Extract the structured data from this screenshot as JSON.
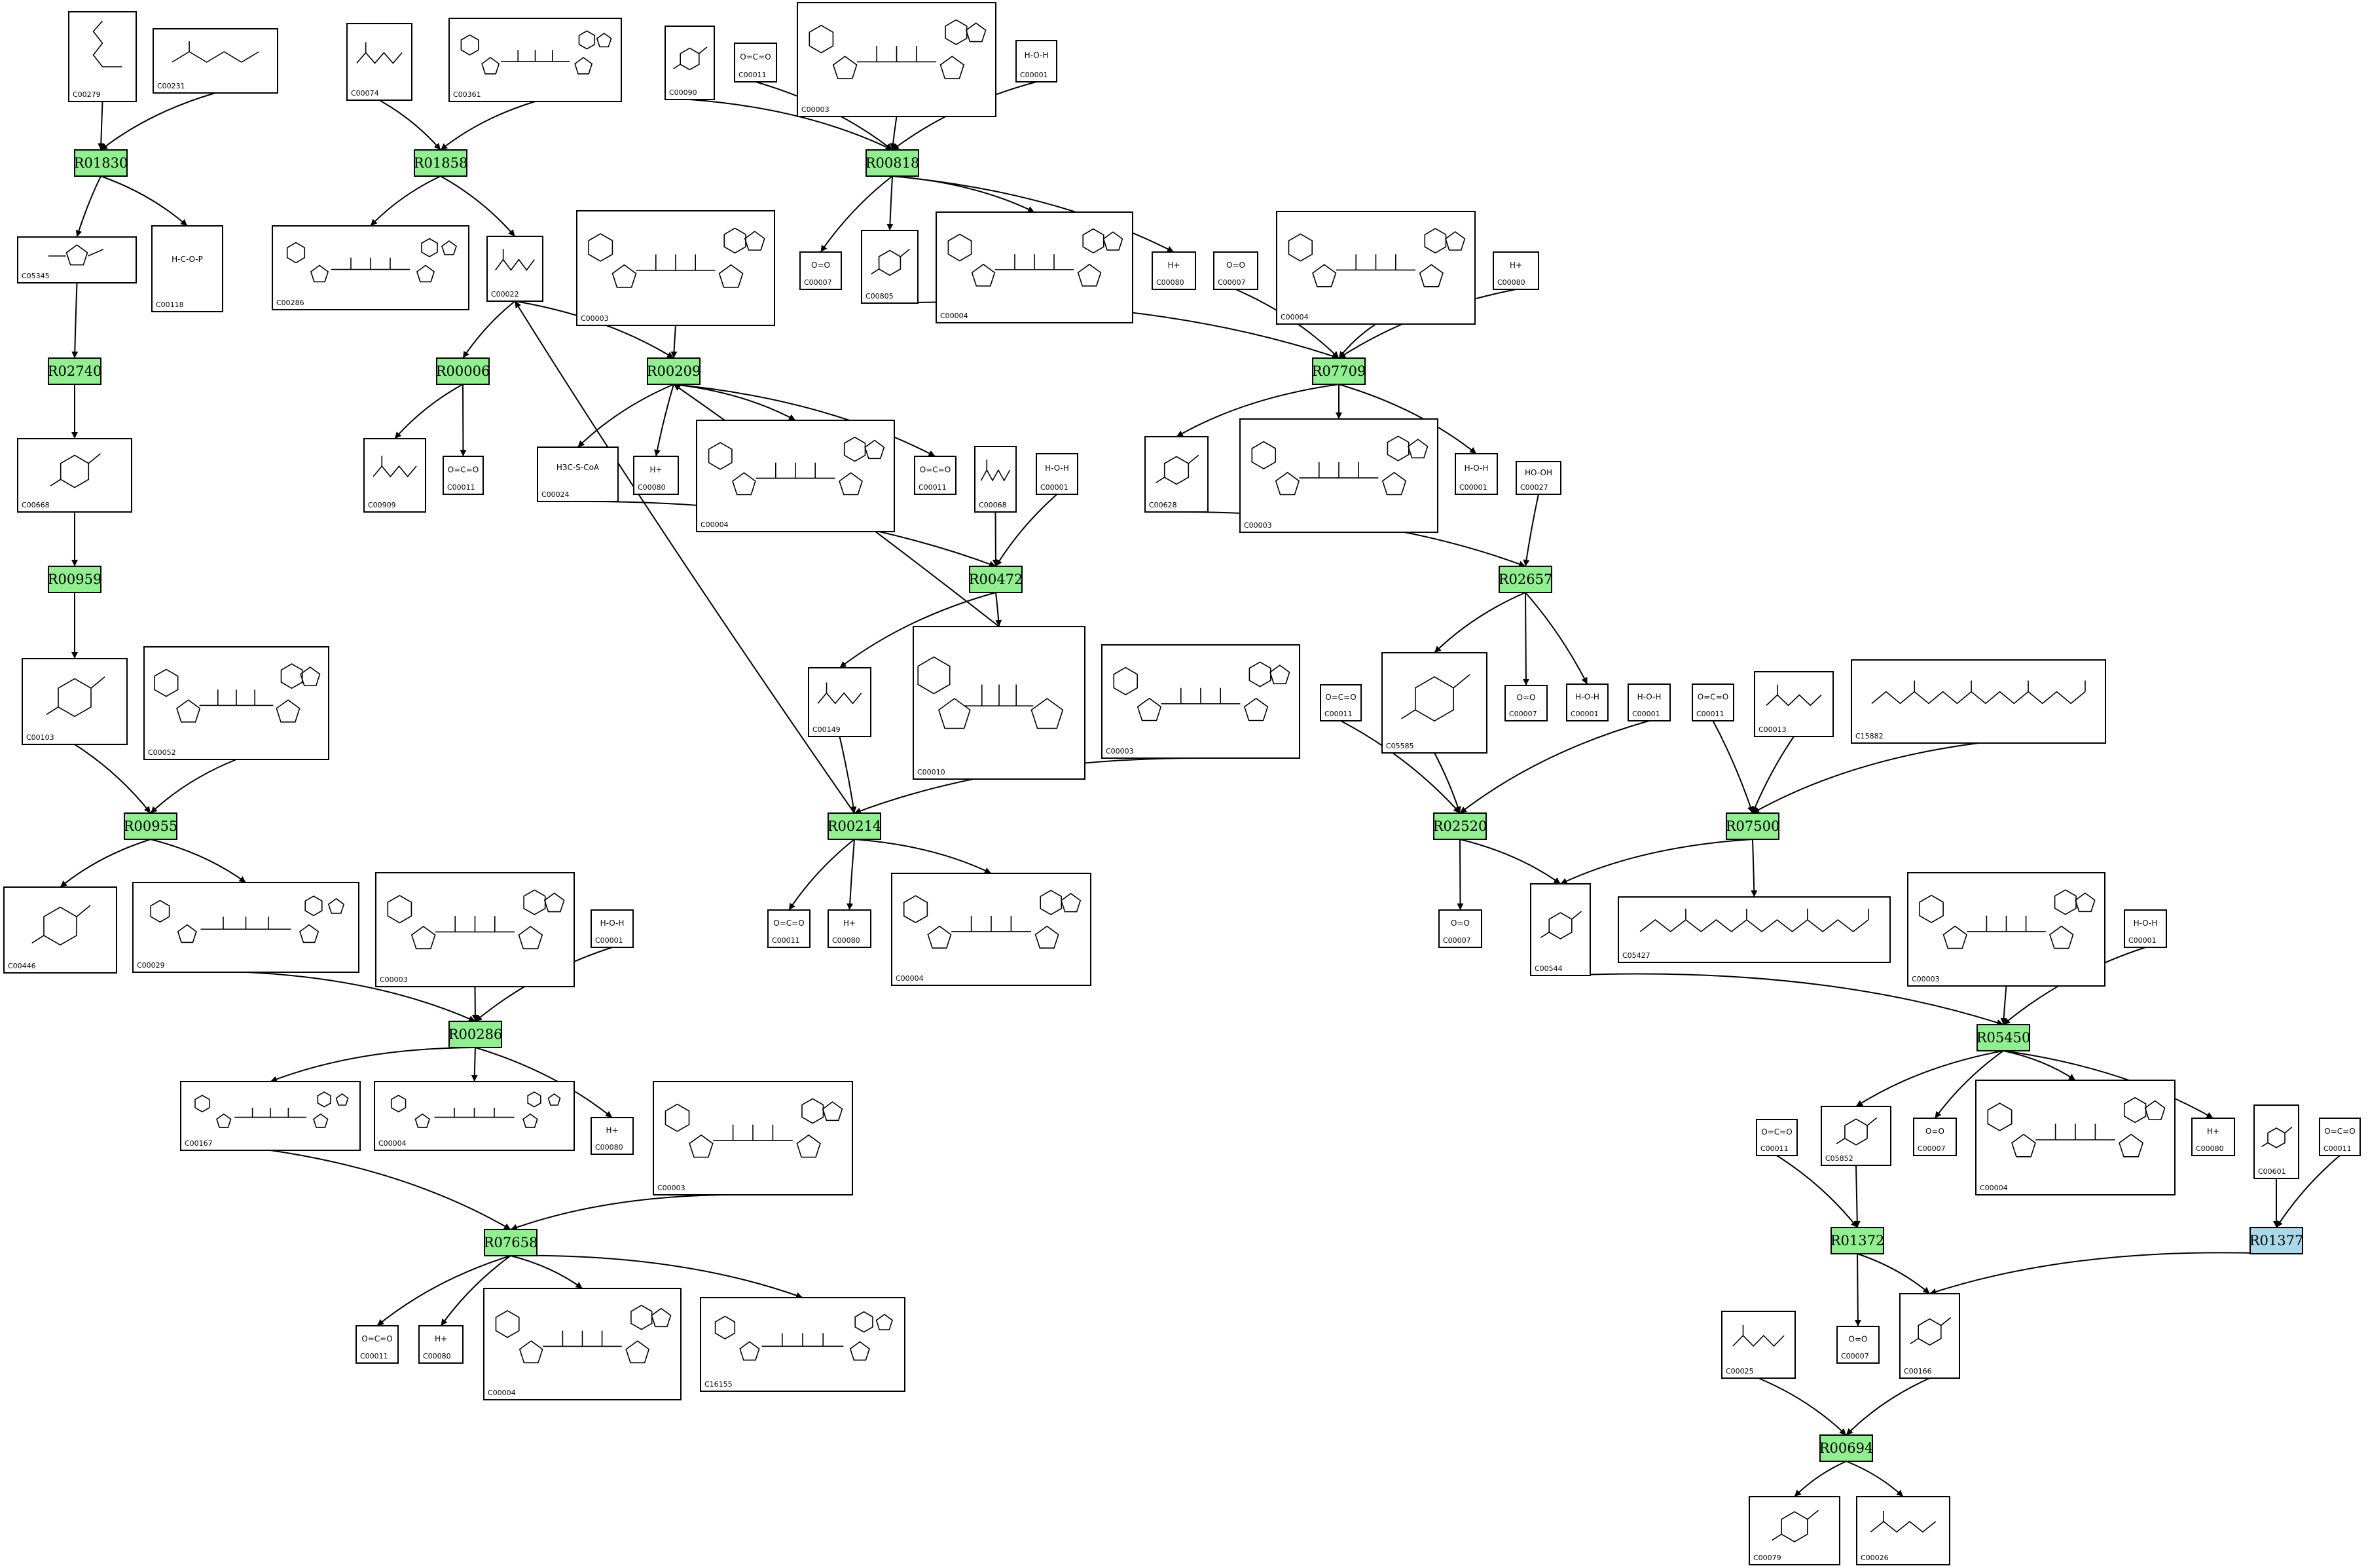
{
  "colors": {
    "reaction_fill": "#90f090",
    "reaction_fill_alt": "#a9d8e8",
    "border": "#000000",
    "background": "#ffffff"
  },
  "reactions": [
    {
      "id": "R01830"
    },
    {
      "id": "R02740"
    },
    {
      "id": "R00959"
    },
    {
      "id": "R00955"
    },
    {
      "id": "R01858"
    },
    {
      "id": "R00006"
    },
    {
      "id": "R00818"
    },
    {
      "id": "R00209"
    },
    {
      "id": "R07709"
    },
    {
      "id": "R00472"
    },
    {
      "id": "R02657"
    },
    {
      "id": "R00214"
    },
    {
      "id": "R02520"
    },
    {
      "id": "R07500"
    },
    {
      "id": "R00286"
    },
    {
      "id": "R05450"
    },
    {
      "id": "R07658"
    },
    {
      "id": "R01372"
    },
    {
      "id": "R01377",
      "highlight": "alt"
    },
    {
      "id": "R00694"
    }
  ],
  "compounds": [
    {
      "key": "c00279",
      "id": "C00279",
      "kind": "sugarphos"
    },
    {
      "key": "c00231",
      "id": "C00231",
      "kind": "chain"
    },
    {
      "key": "c05345",
      "id": "C05345",
      "kind": "ring5"
    },
    {
      "key": "c00118",
      "id": "C00118",
      "kind": "small",
      "text": "H-C-O-P"
    },
    {
      "key": "c00668",
      "id": "C00668",
      "kind": "ring6"
    },
    {
      "key": "c00103",
      "id": "C00103",
      "kind": "ring6"
    },
    {
      "key": "c00052",
      "id": "C00052",
      "kind": "nucleotide"
    },
    {
      "key": "c00446",
      "id": "C00446",
      "kind": "ring6"
    },
    {
      "key": "c00029",
      "id": "C00029",
      "kind": "nucleotide"
    },
    {
      "key": "c00074",
      "id": "C00074",
      "kind": "chain"
    },
    {
      "key": "c00361",
      "id": "C00361",
      "kind": "nucleotide"
    },
    {
      "key": "c00286",
      "id": "C00286",
      "kind": "nucleotide"
    },
    {
      "key": "c00022",
      "id": "C00022",
      "kind": "chain"
    },
    {
      "key": "c00909",
      "id": "C00909",
      "kind": "chain"
    },
    {
      "key": "c00011_a",
      "id": "C00011",
      "kind": "small",
      "text": "O=C=O"
    },
    {
      "key": "c00090",
      "id": "C00090",
      "kind": "ring6"
    },
    {
      "key": "c00011_b",
      "id": "C00011",
      "kind": "small",
      "text": "O=C=O"
    },
    {
      "key": "c00003_a",
      "id": "C00003",
      "kind": "nad"
    },
    {
      "key": "c00001_a",
      "id": "C00001",
      "kind": "small",
      "text": "H-O-H"
    },
    {
      "key": "c00007_a",
      "id": "C00007",
      "kind": "small",
      "text": "O=O"
    },
    {
      "key": "c00805",
      "id": "C00805",
      "kind": "ring6"
    },
    {
      "key": "c00004_a",
      "id": "C00004",
      "kind": "nad"
    },
    {
      "key": "c00080_a",
      "id": "C00080",
      "kind": "small",
      "text": "H+"
    },
    {
      "key": "c00003_b",
      "id": "C00003",
      "kind": "nad"
    },
    {
      "key": "c00024",
      "id": "C00024",
      "kind": "small",
      "text": "H3C-S-CoA"
    },
    {
      "key": "c00080_b",
      "id": "C00080",
      "kind": "small",
      "text": "H+"
    },
    {
      "key": "c00004_b",
      "id": "C00004",
      "kind": "nad"
    },
    {
      "key": "c00011_c",
      "id": "C00011",
      "kind": "small",
      "text": "O=C=O"
    },
    {
      "key": "c00068",
      "id": "C00068",
      "kind": "chain"
    },
    {
      "key": "c00001_b",
      "id": "C00001",
      "kind": "small",
      "text": "H-O-H"
    },
    {
      "key": "c00007_b",
      "id": "C00007",
      "kind": "small",
      "text": "O=O"
    },
    {
      "key": "c00004_c",
      "id": "C00004",
      "kind": "nad"
    },
    {
      "key": "c00080_c",
      "id": "C00080",
      "kind": "small",
      "text": "H+"
    },
    {
      "key": "c00628",
      "id": "C00628",
      "kind": "ring6"
    },
    {
      "key": "c00003_c",
      "id": "C00003",
      "kind": "nad"
    },
    {
      "key": "c00001_c",
      "id": "C00001",
      "kind": "small",
      "text": "H-O-H"
    },
    {
      "key": "c00027",
      "id": "C00027",
      "kind": "small",
      "text": "HO-OH"
    },
    {
      "key": "c00149",
      "id": "C00149",
      "kind": "chain"
    },
    {
      "key": "c00010",
      "id": "C00010",
      "kind": "coa"
    },
    {
      "key": "c00003_d",
      "id": "C00003",
      "kind": "nad"
    },
    {
      "key": "c00011_d",
      "id": "C00011",
      "kind": "small",
      "text": "O=C=O"
    },
    {
      "key": "c00080_d",
      "id": "C00080",
      "kind": "small",
      "text": "H+"
    },
    {
      "key": "c00004_d",
      "id": "C00004",
      "kind": "nad"
    },
    {
      "key": "c00011_e",
      "id": "C00011",
      "kind": "small",
      "text": "O=C=O"
    },
    {
      "key": "c05585",
      "id": "C05585",
      "kind": "ring6"
    },
    {
      "key": "c00007_c",
      "id": "C00007",
      "kind": "small",
      "text": "O=O"
    },
    {
      "key": "c00001_d",
      "id": "C00001",
      "kind": "small",
      "text": "H-O-H"
    },
    {
      "key": "c00001_e",
      "id": "C00001",
      "kind": "small",
      "text": "H-O-H"
    },
    {
      "key": "c00011_f",
      "id": "C00011",
      "kind": "small",
      "text": "O=C=O"
    },
    {
      "key": "c00013",
      "id": "C00013",
      "kind": "chain"
    },
    {
      "key": "c15882",
      "id": "C15882",
      "kind": "isoprenoid"
    },
    {
      "key": "c00007_d",
      "id": "C00007",
      "kind": "small",
      "text": "O=O"
    },
    {
      "key": "c00544",
      "id": "C00544",
      "kind": "ring6"
    },
    {
      "key": "c05427",
      "id": "C05427",
      "kind": "isoprenoid"
    },
    {
      "key": "c00003_e",
      "id": "C00003",
      "kind": "nad"
    },
    {
      "key": "c00001_f",
      "id": "C00001",
      "kind": "small",
      "text": "H-O-H"
    },
    {
      "key": "c00003_f",
      "id": "C00003",
      "kind": "nad"
    },
    {
      "key": "c00001_g",
      "id": "C00001",
      "kind": "small",
      "text": "H-O-H"
    },
    {
      "key": "c00167",
      "id": "C00167",
      "kind": "nucleotide"
    },
    {
      "key": "c00004_e",
      "id": "C00004",
      "kind": "nad"
    },
    {
      "key": "c00080_e",
      "id": "C00080",
      "kind": "small",
      "text": "H+"
    },
    {
      "key": "c00003_g",
      "id": "C00003",
      "kind": "nad"
    },
    {
      "key": "c00011_g",
      "id": "C00011",
      "kind": "small",
      "text": "O=C=O"
    },
    {
      "key": "c00080_f",
      "id": "C00080",
      "kind": "small",
      "text": "H+"
    },
    {
      "key": "c00004_f",
      "id": "C00004",
      "kind": "nad"
    },
    {
      "key": "c16155",
      "id": "C16155",
      "kind": "nucleotide"
    },
    {
      "key": "c00011_h",
      "id": "C00011",
      "kind": "small",
      "text": "O=C=O"
    },
    {
      "key": "c05852",
      "id": "C05852",
      "kind": "ring6"
    },
    {
      "key": "c00007_e",
      "id": "C00007",
      "kind": "small",
      "text": "O=O"
    },
    {
      "key": "c00004_g",
      "id": "C00004",
      "kind": "nad"
    },
    {
      "key": "c00080_g",
      "id": "C00080",
      "kind": "small",
      "text": "H+"
    },
    {
      "key": "c00601",
      "id": "C00601",
      "kind": "ring6"
    },
    {
      "key": "c00011_i",
      "id": "C00011",
      "kind": "small",
      "text": "O=C=O"
    },
    {
      "key": "c00007_f",
      "id": "C00007",
      "kind": "small",
      "text": "O=O"
    },
    {
      "key": "c00166",
      "id": "C00166",
      "kind": "ring6"
    },
    {
      "key": "c00025",
      "id": "C00025",
      "kind": "chain"
    },
    {
      "key": "c00079",
      "id": "C00079",
      "kind": "ring6"
    },
    {
      "key": "c00026",
      "id": "C00026",
      "kind": "chain"
    }
  ],
  "edges": [
    [
      "c00279",
      "R01830"
    ],
    [
      "c00231",
      "R01830"
    ],
    [
      "R01830",
      "c05345"
    ],
    [
      "R01830",
      "c00118"
    ],
    [
      "c05345",
      "R02740"
    ],
    [
      "R02740",
      "c00668"
    ],
    [
      "c00668",
      "R00959"
    ],
    [
      "R00959",
      "c00103"
    ],
    [
      "c00103",
      "R00955"
    ],
    [
      "c00052",
      "R00955"
    ],
    [
      "R00955",
      "c00446"
    ],
    [
      "R00955",
      "c00029"
    ],
    [
      "c00074",
      "R01858"
    ],
    [
      "c00361",
      "R01858"
    ],
    [
      "R01858",
      "c00286"
    ],
    [
      "R01858",
      "c00022"
    ],
    [
      "c00022",
      "R00006"
    ],
    [
      "R00006",
      "c00909"
    ],
    [
      "R00006",
      "c00011_a"
    ],
    [
      "c00022",
      "R00209"
    ],
    [
      "c00003_b",
      "R00209"
    ],
    [
      "R00209",
      "c00024"
    ],
    [
      "R00209",
      "c00080_b"
    ],
    [
      "R00209",
      "c00004_b"
    ],
    [
      "R00209",
      "c00011_c"
    ],
    [
      "c00090",
      "R00818"
    ],
    [
      "c00011_b",
      "R00818"
    ],
    [
      "c00003_a",
      "R00818"
    ],
    [
      "c00001_a",
      "R00818"
    ],
    [
      "R00818",
      "c00007_a"
    ],
    [
      "R00818",
      "c00805"
    ],
    [
      "R00818",
      "c00004_a"
    ],
    [
      "R00818",
      "c00080_a"
    ],
    [
      "c00805",
      "R07709"
    ],
    [
      "c00004_c",
      "R07709"
    ],
    [
      "c00007_b",
      "R07709"
    ],
    [
      "c00080_c",
      "R07709"
    ],
    [
      "R07709",
      "c00628"
    ],
    [
      "R07709",
      "c00003_c"
    ],
    [
      "R07709",
      "c00001_c"
    ],
    [
      "c00024",
      "R00472"
    ],
    [
      "c00068",
      "R00472"
    ],
    [
      "c00001_b",
      "R00472"
    ],
    [
      "R00472",
      "c00149"
    ],
    [
      "R00472",
      "c00010"
    ],
    [
      "c00010",
      "R00209"
    ],
    [
      "c00628",
      "R02657"
    ],
    [
      "c00027",
      "R02657"
    ],
    [
      "R02657",
      "c05585"
    ],
    [
      "R02657",
      "c00007_c"
    ],
    [
      "R02657",
      "c00001_d"
    ],
    [
      "c00149",
      "R00214"
    ],
    [
      "c00003_d",
      "R00214"
    ],
    [
      "R00214",
      "c00022"
    ],
    [
      "R00214",
      "c00011_d"
    ],
    [
      "R00214",
      "c00080_d"
    ],
    [
      "R00214",
      "c00004_d"
    ],
    [
      "c00011_e",
      "R02520"
    ],
    [
      "c05585",
      "R02520"
    ],
    [
      "c00001_e",
      "R02520"
    ],
    [
      "R02520",
      "c00007_d"
    ],
    [
      "R02520",
      "c00544"
    ],
    [
      "c00011_f",
      "R07500"
    ],
    [
      "c00013",
      "R07500"
    ],
    [
      "c15882",
      "R07500"
    ],
    [
      "R07500",
      "c00544"
    ],
    [
      "R07500",
      "c05427"
    ],
    [
      "c00029",
      "R00286"
    ],
    [
      "c00003_e",
      "R00286"
    ],
    [
      "c00001_f",
      "R00286"
    ],
    [
      "R00286",
      "c00167"
    ],
    [
      "R00286",
      "c00004_e"
    ],
    [
      "R00286",
      "c00080_e"
    ],
    [
      "c00544",
      "R05450"
    ],
    [
      "c00003_f",
      "R05450"
    ],
    [
      "c00001_g",
      "R05450"
    ],
    [
      "R05450",
      "c05852"
    ],
    [
      "R05450",
      "c00007_e"
    ],
    [
      "R05450",
      "c00004_g"
    ],
    [
      "R05450",
      "c00080_g"
    ],
    [
      "c00167",
      "R07658"
    ],
    [
      "c00003_g",
      "R07658"
    ],
    [
      "R07658",
      "c00011_g"
    ],
    [
      "R07658",
      "c00080_f"
    ],
    [
      "R07658",
      "c00004_f"
    ],
    [
      "R07658",
      "c16155"
    ],
    [
      "c00011_h",
      "R01372"
    ],
    [
      "c05852",
      "R01372"
    ],
    [
      "R01372",
      "c00007_f"
    ],
    [
      "R01372",
      "c00166"
    ],
    [
      "c00601",
      "R01377"
    ],
    [
      "c00011_i",
      "R01377"
    ],
    [
      "R01377",
      "c00166"
    ],
    [
      "c00025",
      "R00694"
    ],
    [
      "c00166",
      "R00694"
    ],
    [
      "R00694",
      "c00079"
    ],
    [
      "R00694",
      "c00026"
    ]
  ]
}
